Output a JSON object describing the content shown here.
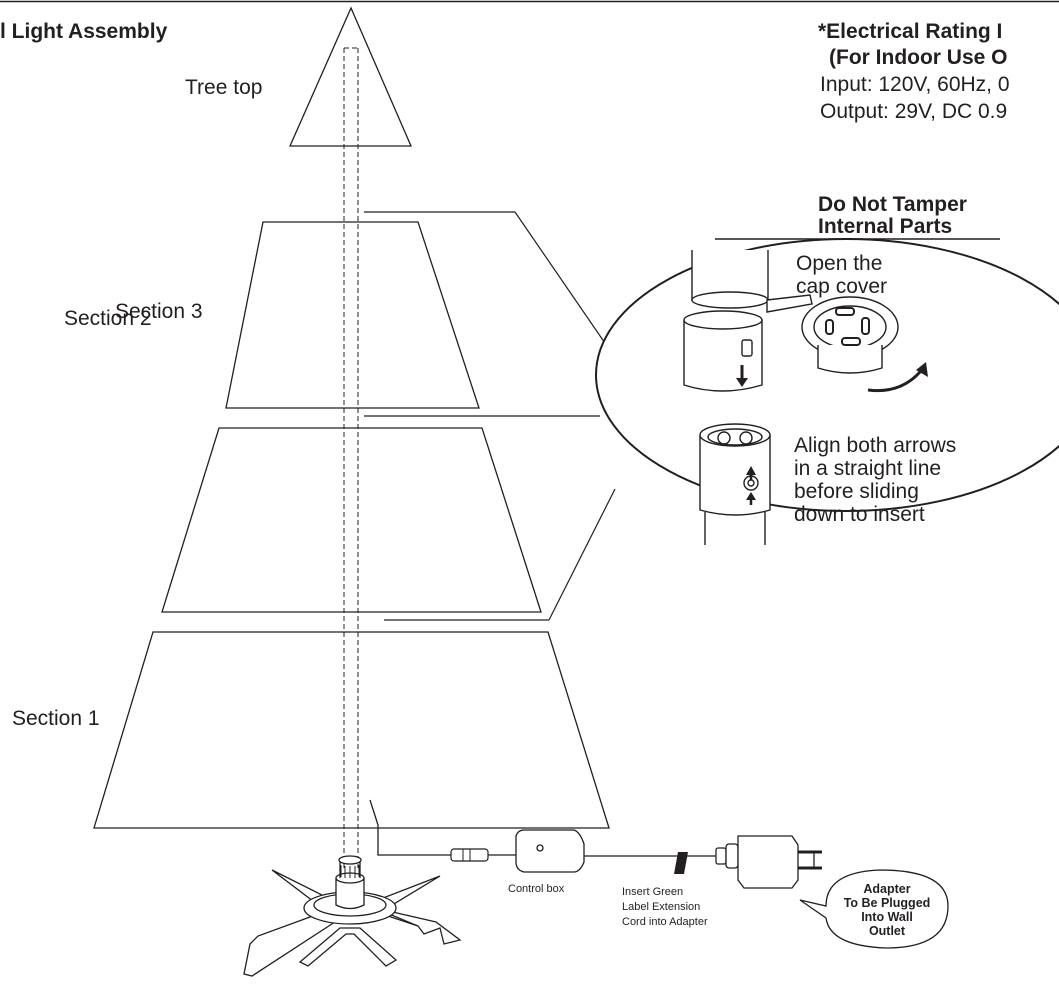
{
  "title": "l Light Assembly",
  "electrical": {
    "heading1": "*Electrical Rating I",
    "heading2": "(For Indoor Use O",
    "input": "Input: 120V, 60Hz, 0",
    "output": "Output: 29V, DC 0.9"
  },
  "sections": {
    "tree_top": "Tree top",
    "section3": "Section 3",
    "section2": "Section 2",
    "section1": "Section 1"
  },
  "warning": {
    "line1": "Do Not Tamper",
    "line2": "Internal Parts"
  },
  "detail": {
    "cap_line1": "Open the",
    "cap_line2": "cap cover",
    "align_line1": "Align both arrows",
    "align_line2": "in a straight line",
    "align_line3": "before sliding",
    "align_line4": "down to insert"
  },
  "components": {
    "control_box": "Control box",
    "insert_line1": "Insert Green",
    "insert_line2": "Label Extension",
    "insert_line3": "Cord into Adapter"
  },
  "adapter_bubble": {
    "line1": "Adapter",
    "line2": "To Be Plugged",
    "line3": "Into Wall",
    "line4": "Outlet"
  }
}
